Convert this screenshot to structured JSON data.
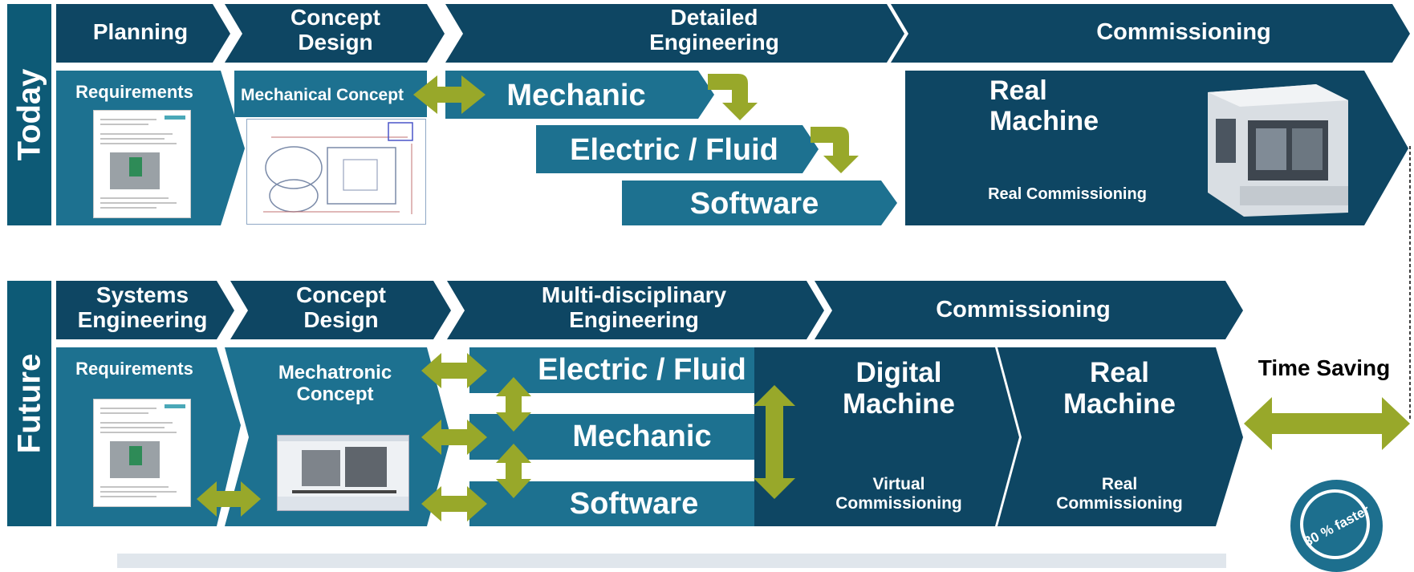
{
  "today": {
    "label": "Today",
    "phases": [
      "Planning",
      "Concept\nDesign",
      "Detailed\nEngineering",
      "Commissioning"
    ],
    "requirements": "Requirements",
    "mechanical_concept": "Mechanical Concept",
    "mechanic": "Mechanic",
    "electric_fluid": "Electric / Fluid",
    "software": "Software",
    "real_machine": "Real\nMachine",
    "real_commissioning": "Real Commissioning"
  },
  "future": {
    "label": "Future",
    "phases": [
      "Systems\nEngineering",
      "Concept\nDesign",
      "Multi-disciplinary\nEngineering",
      "Commissioning"
    ],
    "requirements": "Requirements",
    "mechatronic_concept": "Mechatronic\nConcept",
    "electric_fluid": "Electric / Fluid",
    "mechanic": "Mechanic",
    "software": "Software",
    "digital_machine": "Digital\nMachine",
    "virtual_commissioning": "Virtual\nCommissioning",
    "real_machine": "Real\nMachine",
    "real_commissioning": "Real\nCommissioning"
  },
  "time_saving": "Time Saving",
  "badge": "30 % faster",
  "colors": {
    "dark_navy": "#0e4663",
    "teal": "#1d7190",
    "olive_arrow": "#98a82a",
    "side_label": "#0d5a76",
    "footer_bar": "#e0e6ec"
  }
}
